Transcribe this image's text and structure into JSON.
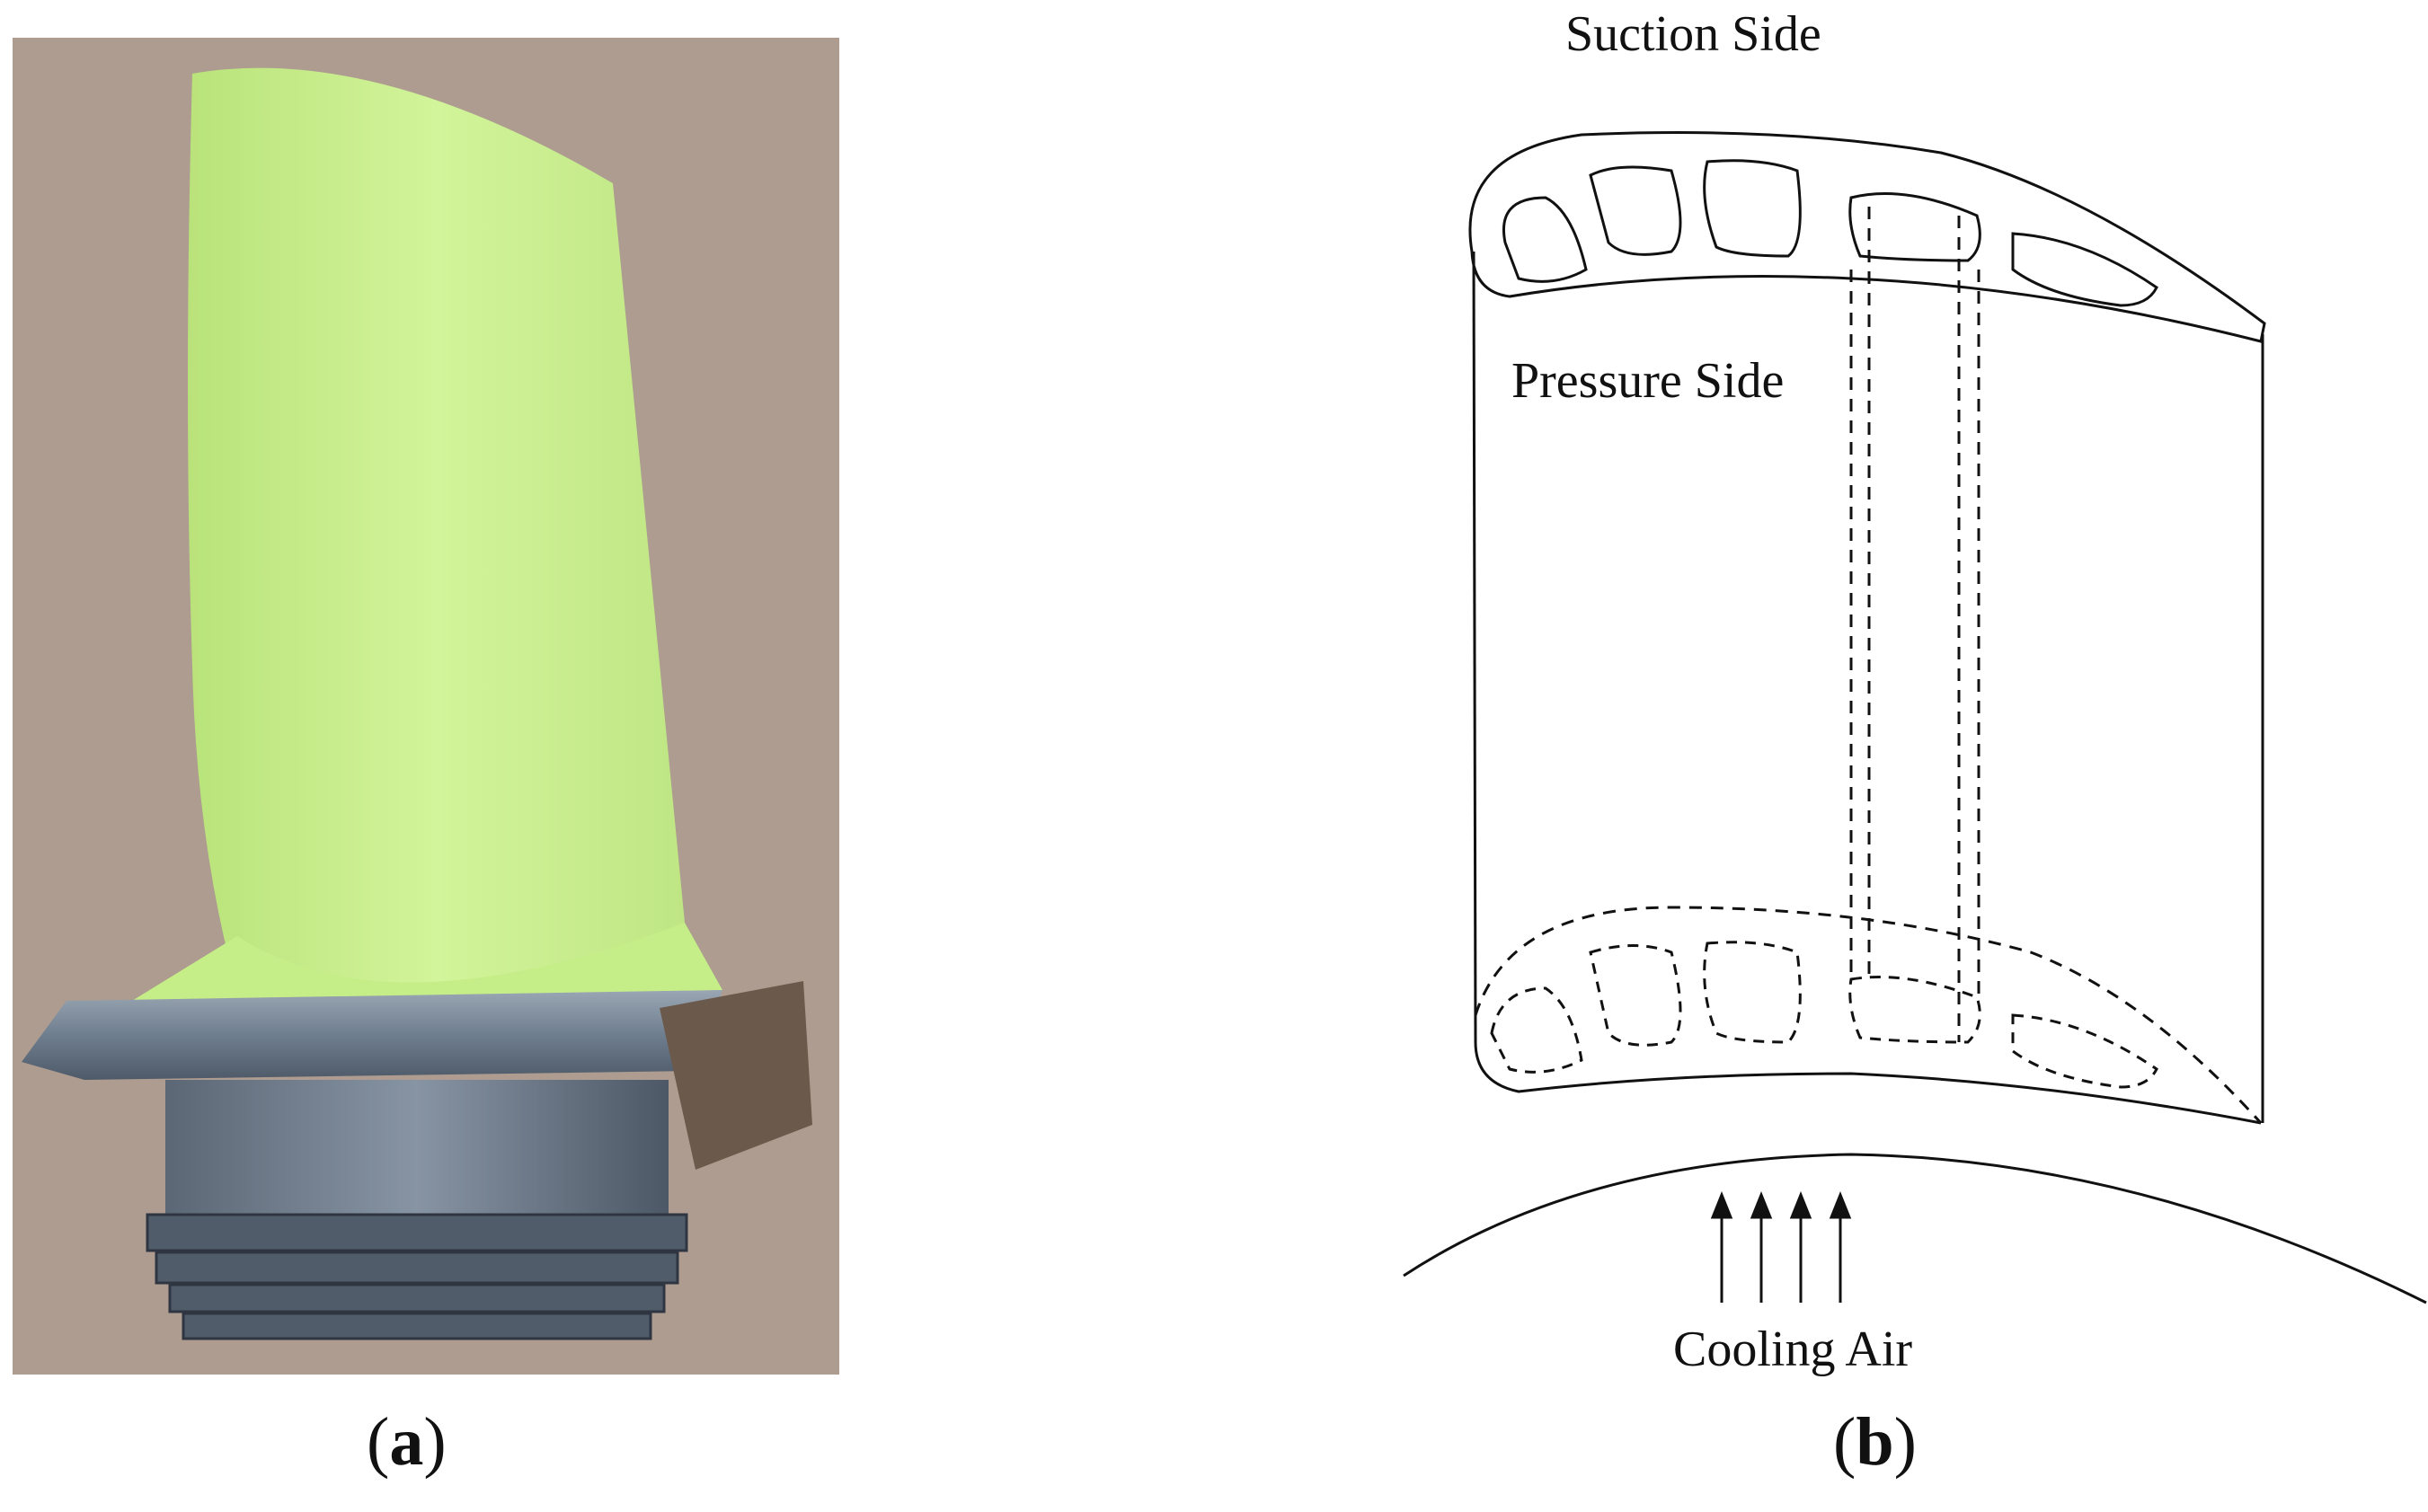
{
  "panel_a": {
    "caption_open": "(",
    "caption_letter": "a",
    "caption_close": ")",
    "colors": {
      "backdrop": "#ad9c8f",
      "airfoil": "#c8ee8c",
      "metal": "#7c8a99",
      "metal_dark": "#4b5562"
    }
  },
  "panel_b": {
    "caption_open": "(",
    "caption_letter": "b",
    "caption_close": ")",
    "labels": {
      "suction_side": "Suction Side",
      "pressure_side": "Pressure Side",
      "cooling_air": "Cooling Air"
    },
    "arrow_count": 4
  }
}
